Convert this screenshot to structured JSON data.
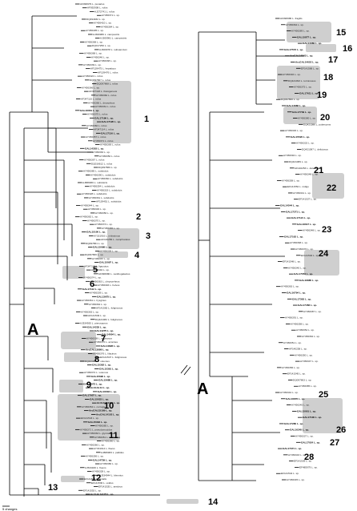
{
  "figure": {
    "root_label": "A",
    "scale_label": "5 changes",
    "clades": [
      "1",
      "2",
      "3",
      "4",
      "5",
      "6",
      "7",
      "8",
      "9",
      "10",
      "11",
      "12",
      "13",
      "14",
      "15",
      "16",
      "17",
      "18",
      "19",
      "20",
      "21",
      "22",
      "23",
      "24",
      "25",
      "26",
      "27",
      "28"
    ]
  },
  "left_labels": [
    "AF096979 L. punarius",
    "AF092908 L. rufus",
    "AJ272741 L. rufus",
    "AY456371 L. sp.",
    "DQ494932 L. sp.",
    "AY456410 L. sp.",
    "AY456384 L. sp.",
    "AY456405 L. sp.",
    "AJ300980 L. campestris",
    "AJ300981 L. campestris",
    "AY456368 L. sp.",
    "DQ017250 L. sp.",
    "AJ300978 L. subsanctum",
    "AY456368 L. sp.",
    "AY456346 L. sp.",
    "AY456338 L. sp.",
    "AY456339 L. sp.",
    "AF139475 L. hepaticus",
    "AF139476 L. rufus",
    "AY456322 L. rufus",
    "DQ097867 L. rufus",
    "DQ097868 L. rufus",
    "AY456366 L. sp.",
    "AF347118 L. thelogeneus",
    "AY456360 L. rufus",
    "AF347115 L. rufus",
    "AY456366 L. deceptivus",
    "AY456361 L. rufus",
    "GAL16061 L. sp.",
    "AY456370 L. rufus",
    "GAL17196 L. sp.",
    "GAL17195 L. sp.",
    "AY456360 L. rufus",
    "AF347114 L. rufus",
    "GAL17116 L. sp.",
    "AY456357 L. rufus",
    "AY456371 L. rufus",
    "AY456369 L. rufus",
    "GAL14303 L. sp.",
    "AY456363 L. sp.",
    "AY456350 L. rufus",
    "AY456367 L. rufus",
    "DQ016612 L. rufus",
    "DQ097869 L. sp.",
    "AY456385 L. subdulcis",
    "AY456390 L. subdulcis",
    "AY456360 L. subdulcis",
    "AJ889966 L. subdulcis",
    "AY456354 L. subdulcis",
    "AY456319 L. subdulcis",
    "AY456328 L. subdulcis",
    "AY456361 L. subdulcis",
    "AF139451 L. subdulcis",
    "AY456344 L. sp.",
    "AY456346 L. sp.",
    "AY456356 L. sp.",
    "AY456362 L. sp.",
    "AY456370 L. sp.",
    "AY456373 L. sp.",
    "AY456365 L. sp.",
    "GAL15100 L. sp.",
    "AY331916 L. mitissimus",
    "AF140256 L. camphoratus",
    "DQ097861 L. sp.",
    "GAL15098 L. sp.",
    "AY456336 L. sp.",
    "DQ097866 L. sp.",
    "AY456367 L. sp.",
    "GAL15097 L. sp.",
    "AF347117 L. lignyotus",
    "AY456340 L. sp.",
    "AF096980 L. xanthogalactus",
    "AY456374 L. sp.",
    "AY456363 L. chrysorrheus",
    "AY456346 L. helvus",
    "GAL17112 L. sp.",
    "AY456339 L. sp.",
    "GAL13675 L. sp.",
    "AY456361 L. hysginus",
    "AY456364 L. sp.",
    "AF141565 L. fuliginosus",
    "AY456363 L. sp.",
    "AF141549 L. sp.",
    "DQ421082 L. fuliginosus",
    "AJ534935 L. pterosporus",
    "GAL14235 L. sp.",
    "GAL14275 L. sp.",
    "GAL14004 L. sp.",
    "AY456338 L. ruginosus",
    "AY456370 L. azonites",
    "GAL14828 L. sp.",
    "ArcGAL13886 L. sp.",
    "AY456376 L. lilacinus",
    "EF141547 L. fuliginosus",
    "DQ421083 L. volemus",
    "GAL15392 L. sp.",
    "GAL15391 L. sp.",
    "AY456372 L. volemus",
    "GAL15690 L. sp.",
    "GAL15688 L. sp.",
    "GAL16073 L. sp.",
    "ArcGAL14 L. sp.",
    "GAL16003 L. sp.",
    "GAL17957 L. sp.",
    "GAL15033 L. sp.",
    "ArcGAL14118 L. sp.",
    "AY456354 L. corrugis",
    "ArcGAL15189 L. sp.",
    "ArcGAL14102 L. sp.",
    "EF141543 L. sp.",
    "GAL15332 L. sp.",
    "AY456385 L. sp.",
    "AY456371 L. pseudomucidus",
    "AY456363 L. glyciosmus",
    "AY456351 L. hibbardae",
    "AY456360 L. sp.",
    "AY456366 L. sp.",
    "AY331914 L. flavus",
    "AJ889983 L. pallidus",
    "AY456356 L. sp.",
    "GAL14739 L. sp.",
    "AY456380 L. sp.",
    "AJ534946 L. fluens",
    "AY456328 L. sp.",
    "AJ534944 L. blennius",
    "EF141536 L. trivialis",
    "EF141530 L. uvidus",
    "EF141535 L. aestivus",
    "EF141553 L. sp.",
    "ArcGAL14170 L. sp."
  ],
  "right_labels": [
    "AF096986 L. fragilis",
    "AY456364 L. sp.",
    "AY456389 L. sp.",
    "GAL15877 L. sp.",
    "GAL14389 L. sp.",
    "GAL17572 L. sp.",
    "ArcGAL14843 L. sp.",
    "ArcGAL14652 L. sp.",
    "EF141568 L. sp.",
    "AY456346 L. sp.",
    "DQ421093 L. torminosus",
    "AY456375 L. sp.",
    "GAL17611 L. sp.",
    "DQ097860 L. sp.",
    "GAL14686 L. sp.",
    "GAL17749 L. sp.",
    "AY456380 L. sp.",
    "DQ421086 L. pubescens",
    "AY456346 L. sp.",
    "GAL15520 L. sp.",
    "AY456333 L. sp.",
    "DQ421087 L. deliciosus",
    "AY456394 L. sp.",
    "DQ421089 L. sp.",
    "AF140253 L. deterrimus",
    "AY456348 L. sp.",
    "AY456358 L. sp.",
    "EF141552 L. indigo",
    "AY456341 L. sp.",
    "EF141537 L. sp.",
    "GAL14544 L. sp.",
    "GAL17271 L. sp.",
    "GAL17121 L. sp.",
    "GAL16617 L. sp.",
    "AY456348 L. sp.",
    "GAL17162 L. sp.",
    "AY456368 L. sp.",
    "AY456376 L. sp.",
    "EF141540 L. sp.",
    "EF141548 L. sp.",
    "AY456340 L. sp.",
    "GAL17054 L. sp.",
    "GAL16885 L. sp.",
    "AY456363 L. sp.",
    "GAL16794 L. sp.",
    "GAL17363 L. sp.",
    "GAL17458 L. sp.",
    "AY456387 L. sp.",
    "AY456391 L. sp.",
    "AY456358 L. sp.",
    "AY456354 L. sp.",
    "AY456362 L. sp.",
    "AY456351 L. sp.",
    "AF140258 L. sp.",
    "AY456350 L. sp.",
    "AY456347 L. sp.",
    "AY456356 L. sp.",
    "EF141545 L. sp.",
    "DQ097863 L. sp.",
    "AY456385 L. sp.",
    "AY456342 L. sp.",
    "GAL16876 L. sp.",
    "AY456345 L. sp.",
    "GAL15001 L. sp.",
    "GAL17100 L. sp.",
    "GAL17280 L. sp.",
    "GAL16345 L. sp.",
    "AY456337 L. sp.",
    "GAL17024 L. sp.",
    "GAL17371 L. sp.",
    "AY456343 L. sp.",
    "EF141539 L. sp.",
    "EF485979 L. sp.",
    "EF141544 L. sp.",
    "AY456345 L. sp."
  ]
}
